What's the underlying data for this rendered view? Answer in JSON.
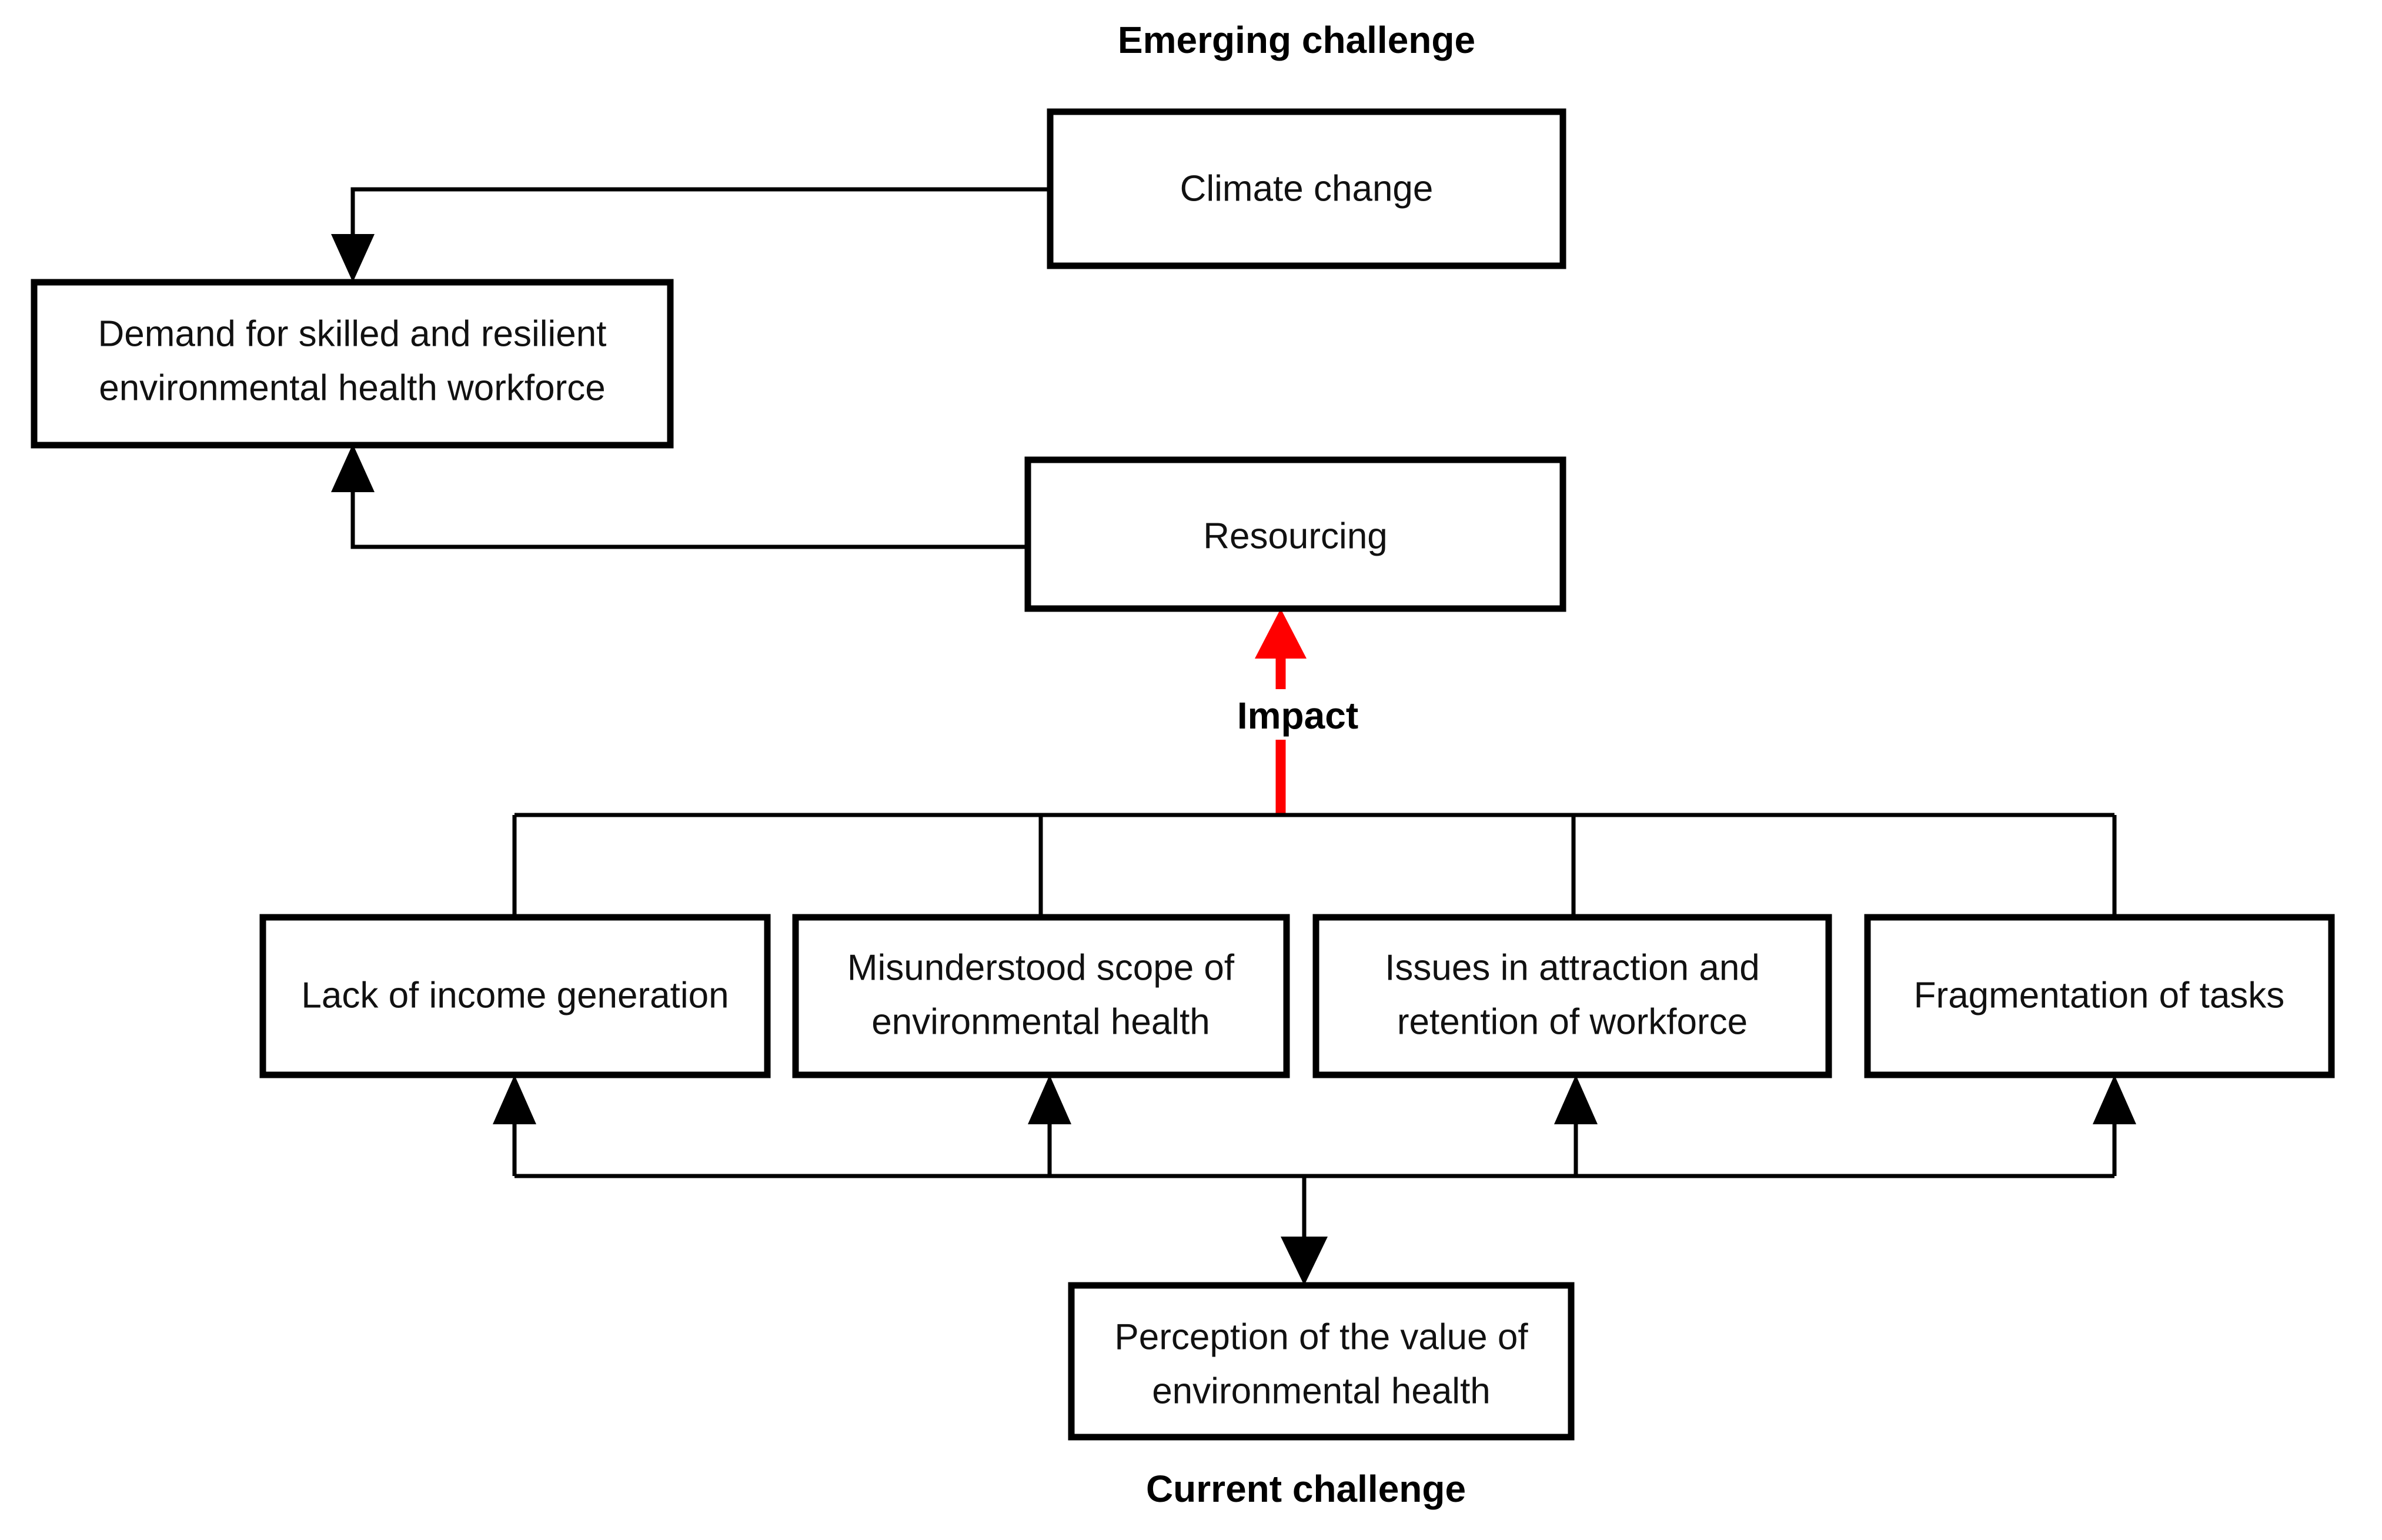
{
  "diagram": {
    "background_color": "#ffffff",
    "line_color": "#000000",
    "accent_color": "#FF0000",
    "sections": {
      "top_label": "Emerging challenge",
      "bottom_label": "Current challenge",
      "impact_label": "Impact"
    },
    "nodes": {
      "climate_change": "Climate change",
      "demand_workforce_line1": "Demand for skilled and resilient",
      "demand_workforce_line2": "environmental health workforce",
      "resourcing": "Resourcing",
      "lack_income": "Lack of income generation",
      "misunderstood_scope_line1": "Misunderstood scope of",
      "misunderstood_scope_line2": "environmental health",
      "attraction_retention_line1": "Issues in attraction and",
      "attraction_retention_line2": "retention of workforce",
      "fragmentation_tasks": "Fragmentation of tasks",
      "perception_value_line1": "Perception of the value of",
      "perception_value_line2": "environmental health"
    }
  },
  "chart_data": {
    "type": "diagram",
    "title": "Emerging challenge / Current challenge flow",
    "nodes": [
      {
        "id": "climate_change",
        "label": "Climate change",
        "group": "emerging"
      },
      {
        "id": "demand_workforce",
        "label": "Demand for skilled and resilient environmental health workforce",
        "group": "emerging"
      },
      {
        "id": "resourcing",
        "label": "Resourcing",
        "group": "emerging"
      },
      {
        "id": "lack_income",
        "label": "Lack of income generation",
        "group": "current"
      },
      {
        "id": "misunderstood_scope",
        "label": "Misunderstood scope of environmental health",
        "group": "current"
      },
      {
        "id": "attraction_retention",
        "label": "Issues in attraction and retention of workforce",
        "group": "current"
      },
      {
        "id": "fragmentation_tasks",
        "label": "Fragmentation of tasks",
        "group": "current"
      },
      {
        "id": "perception_value",
        "label": "Perception of the value of environmental health",
        "group": "current"
      }
    ],
    "edges": [
      {
        "from": "climate_change",
        "to": "demand_workforce",
        "color": "#000000"
      },
      {
        "from": "resourcing",
        "to": "demand_workforce",
        "color": "#000000"
      },
      {
        "from": "current_challenges_bus",
        "to": "resourcing",
        "color": "#FF0000",
        "label": "Impact"
      },
      {
        "from": "perception_value",
        "to": "lack_income",
        "color": "#000000"
      },
      {
        "from": "perception_value",
        "to": "misunderstood_scope",
        "color": "#000000"
      },
      {
        "from": "perception_value",
        "to": "attraction_retention",
        "color": "#000000"
      },
      {
        "from": "perception_value",
        "to": "fragmentation_tasks",
        "color": "#000000"
      },
      {
        "from": "current_challenges_bus",
        "to": "perception_value",
        "color": "#000000"
      }
    ]
  }
}
